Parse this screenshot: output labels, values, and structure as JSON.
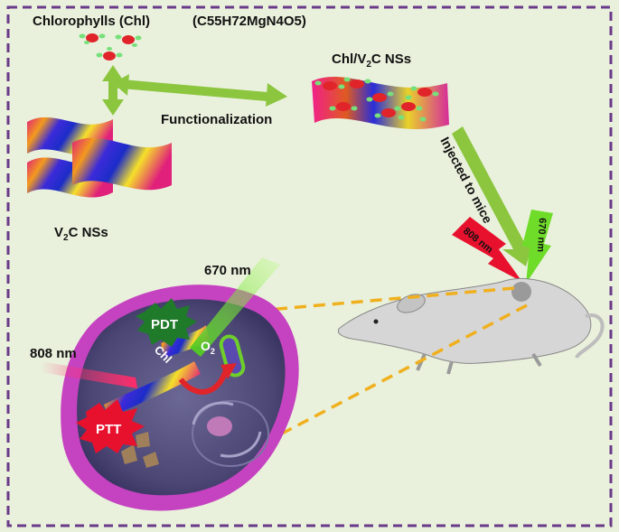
{
  "labels": {
    "chlorophylls": "Chlorophylls (Chl)",
    "formula": "(C55H72MgN4O5)",
    "functionalization": "Functionalization",
    "chl_v2c_prefix": "Chl/V",
    "chl_v2c_sub": "2",
    "chl_v2c_suffix": "C NSs",
    "v2c_prefix": "V",
    "v2c_sub": "2",
    "v2c_suffix": "C NSs",
    "injected": "Injected to mice",
    "nm670_mouse": "670 nm",
    "nm808_mouse": "808 nm",
    "nm670_cell": "670 nm",
    "nm808_cell": "808 nm",
    "pdt": "PDT",
    "ptt": "PTT",
    "chl_cell": "Chl",
    "o2_main": "O",
    "o2_sub": "2"
  },
  "colors": {
    "background": "#e9f1dc",
    "border": "#6a3a8a",
    "arrow_green": "#8cc63f",
    "laser_red": "#e8112d",
    "laser_green": "#6fdc2a",
    "cell_membrane": "#c542c0",
    "nucleus": "#5f5a86",
    "dash_orange": "#f0b01e",
    "chl_red": "#e0242a",
    "chl_green": "#77e07a"
  }
}
